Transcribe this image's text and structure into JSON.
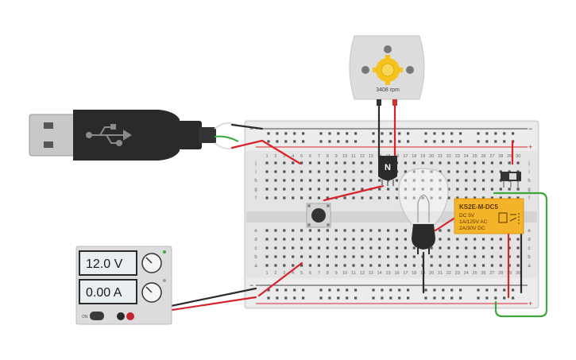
{
  "motor": {
    "rpm_label": "3408 rpm"
  },
  "transistor": {
    "label": "N"
  },
  "relay": {
    "model": "KS2E-M-DC5",
    "spec_lines": [
      "DC 5V",
      "1A/125V AC",
      "2A/30V DC"
    ]
  },
  "power_supply": {
    "voltage": "12.0 V",
    "current": "0.00 A",
    "on_label": "ON"
  },
  "breadboard": {
    "row_letters_top": [
      "j",
      "i",
      "h",
      "g",
      "f"
    ],
    "row_letters_bottom": [
      "e",
      "d",
      "c",
      "b",
      "a"
    ],
    "column_numbers": [
      "1",
      "2",
      "3",
      "4",
      "5",
      "6",
      "7",
      "8",
      "9",
      "10",
      "11",
      "12",
      "13",
      "14",
      "15",
      "16",
      "17",
      "18",
      "19",
      "20",
      "21",
      "22",
      "23",
      "24",
      "25",
      "26",
      "27",
      "28",
      "29",
      "30"
    ],
    "rail_plus": "+",
    "rail_minus": "−"
  },
  "colors": {
    "wire_red": "#d8232a",
    "wire_black": "#2b2b2b",
    "wire_green": "#3aa93a",
    "relay_body": "#f4b42a",
    "breadboard": "#e6e6e6",
    "psu_body": "#dcdcdc"
  }
}
